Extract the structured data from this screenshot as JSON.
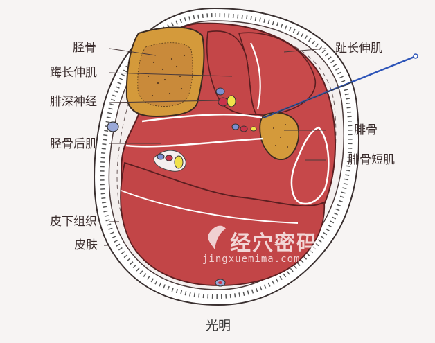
{
  "labels": {
    "tibia": "胫骨",
    "ehl": "踇长伸肌",
    "deep_peroneal_nerve": "腓深神经",
    "tibialis_posterior": "胫骨后肌",
    "subcutaneous": "皮下组织",
    "skin": "皮肤",
    "edl": "趾长伸肌",
    "fibula": "腓骨",
    "peroneus_brevis": "腓骨短肌"
  },
  "watermark": {
    "logo_text": "经穴密码",
    "url": "jingxuemima.com"
  },
  "caption": "光明",
  "colors": {
    "muscle": "#c6484a",
    "muscle_edge": "#5a1e20",
    "bone": "#d49a3b",
    "bone_marrow": "#c9883a",
    "skin_ring": "#ffffff",
    "subcutaneous": "#f4efee",
    "needle": "#2d54b8",
    "nerve": "#f0e24a",
    "vessel_blue": "#7b8fd0",
    "vessel_red": "#c8344a"
  }
}
